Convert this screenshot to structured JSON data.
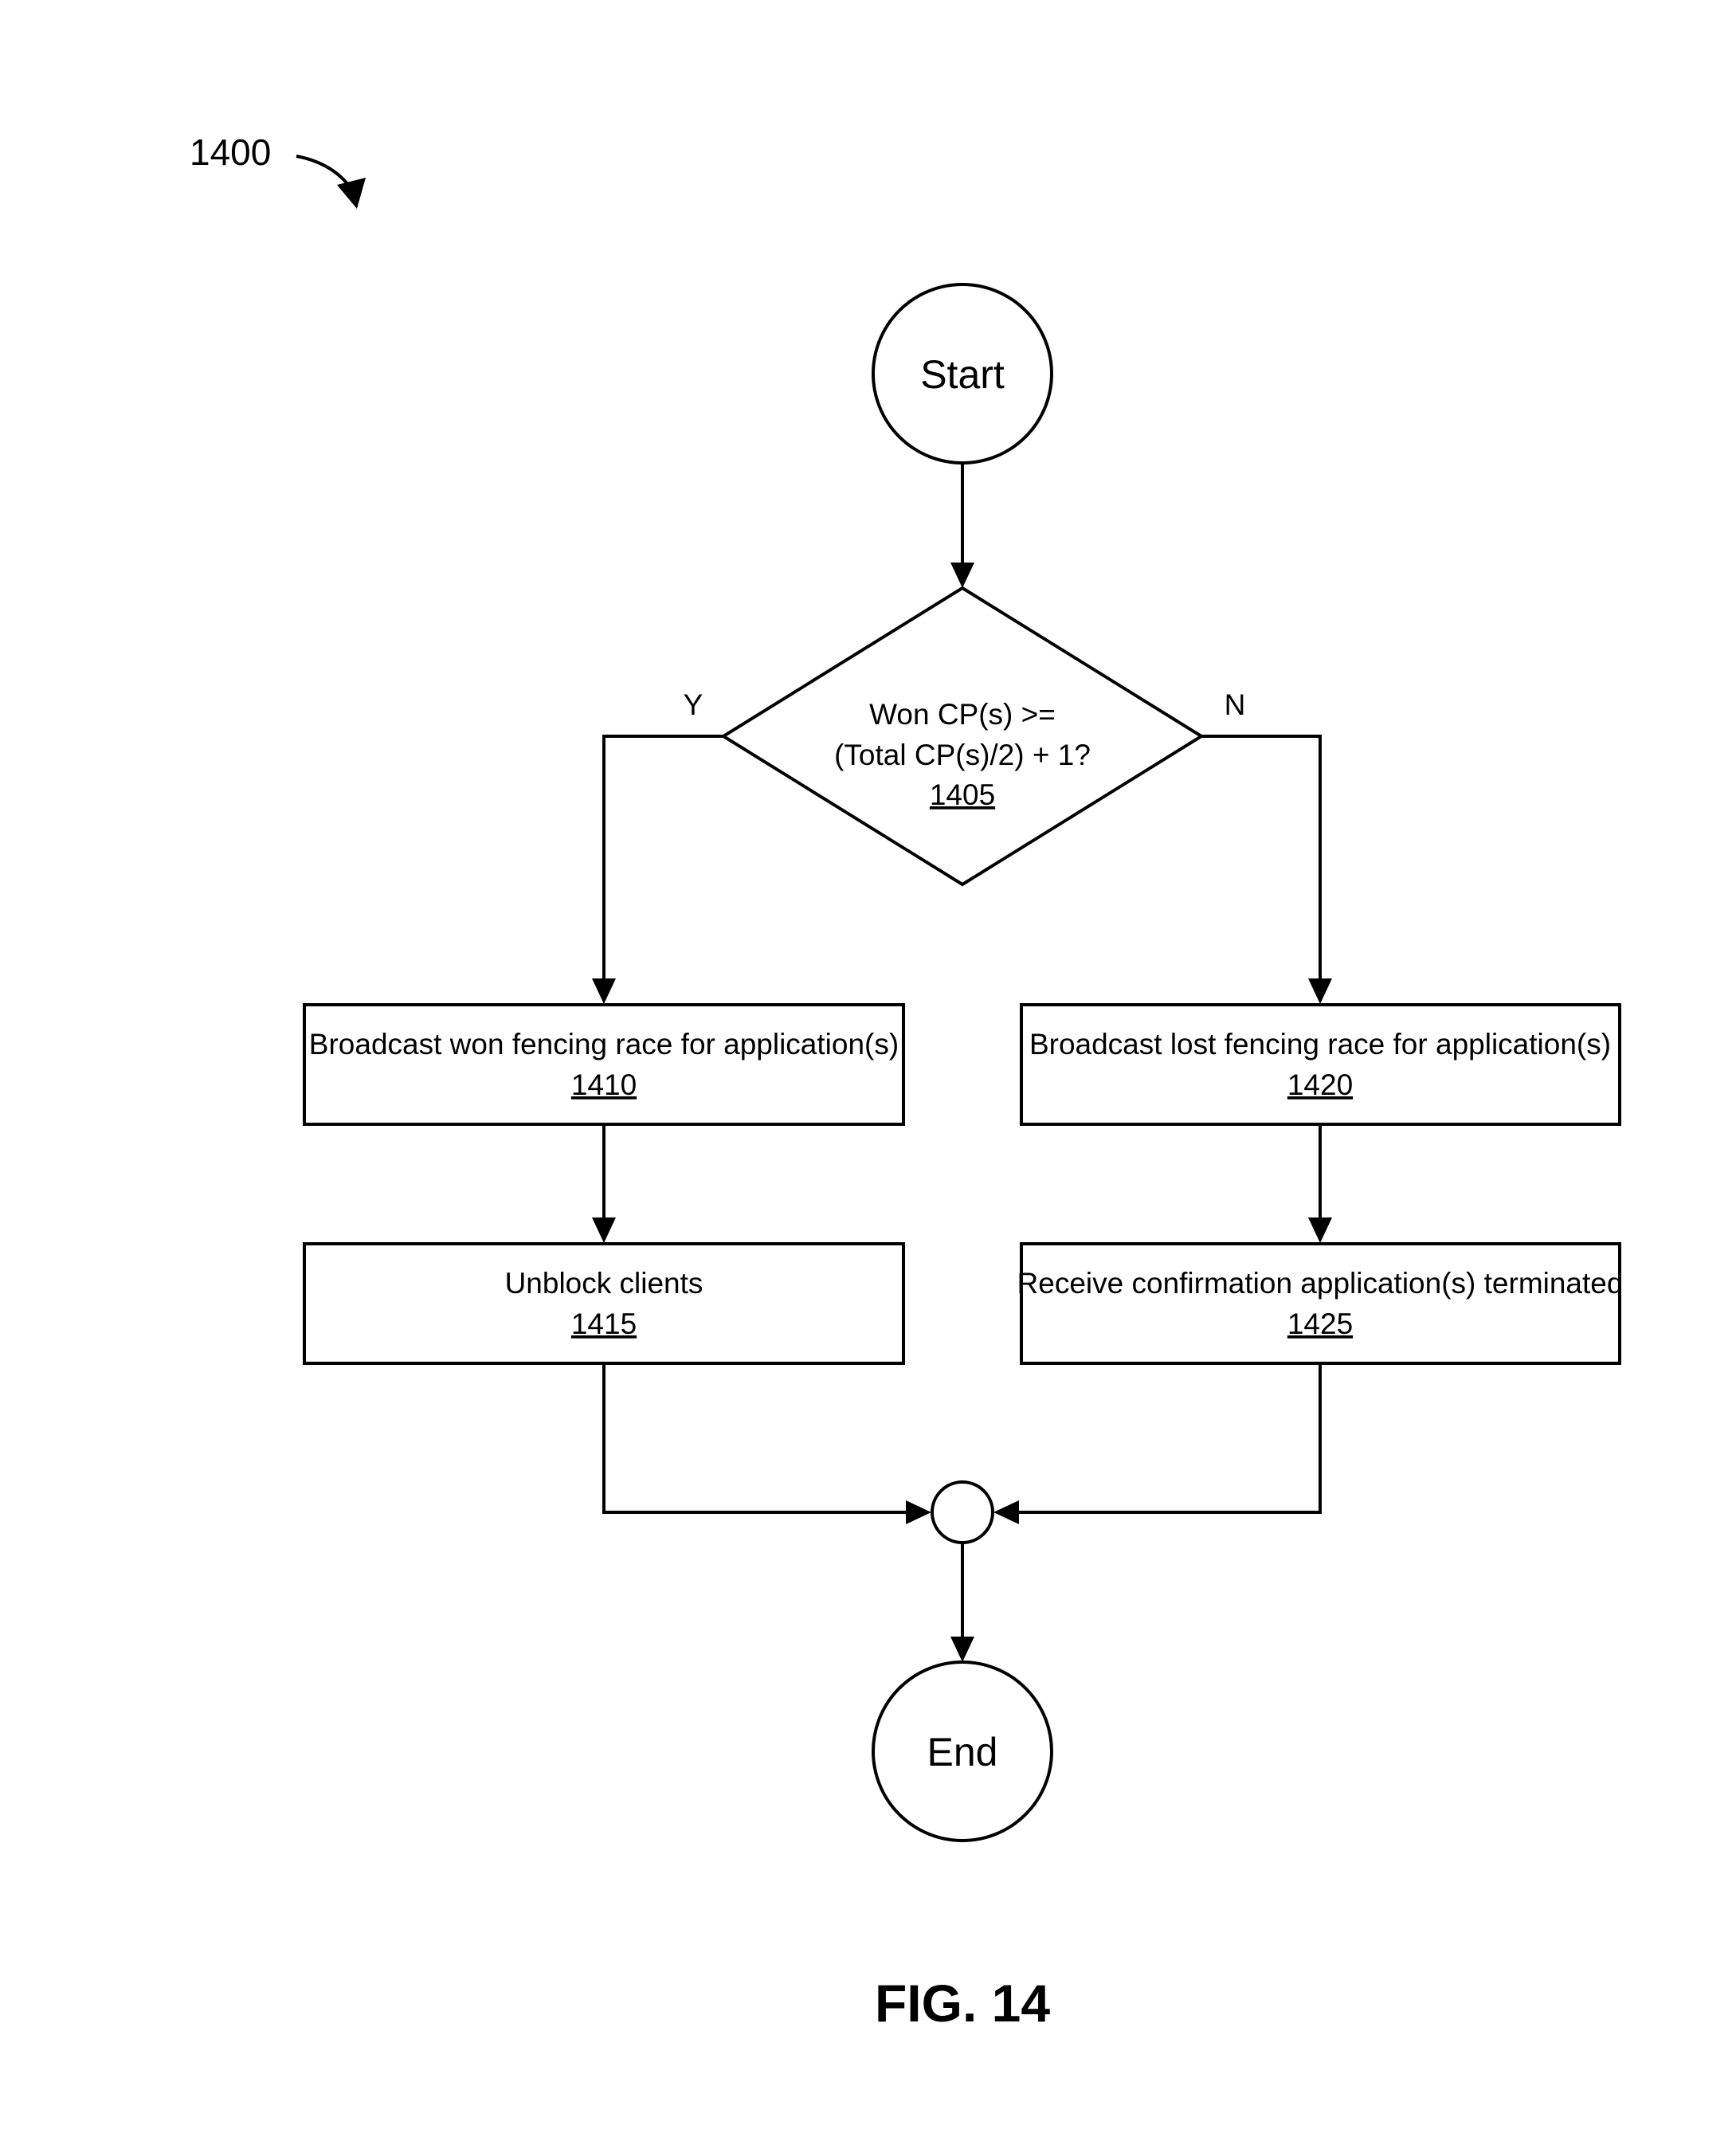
{
  "figure": {
    "reference": "1400",
    "caption": "FIG. 14"
  },
  "nodes": {
    "start": {
      "label": "Start"
    },
    "decision": {
      "line1": "Won CP(s) >=",
      "line2": "(Total CP(s)/2) + 1?",
      "ref": "1405"
    },
    "step_1410": {
      "label": "Broadcast won fencing race for application(s)",
      "ref": "1410"
    },
    "step_1415": {
      "label": "Unblock clients",
      "ref": "1415"
    },
    "step_1420": {
      "label": "Broadcast lost fencing race for application(s)",
      "ref": "1420"
    },
    "step_1425": {
      "label": "Receive confirmation application(s) terminated",
      "ref": "1425"
    },
    "end": {
      "label": "End"
    }
  },
  "branches": {
    "yes": "Y",
    "no": "N"
  }
}
